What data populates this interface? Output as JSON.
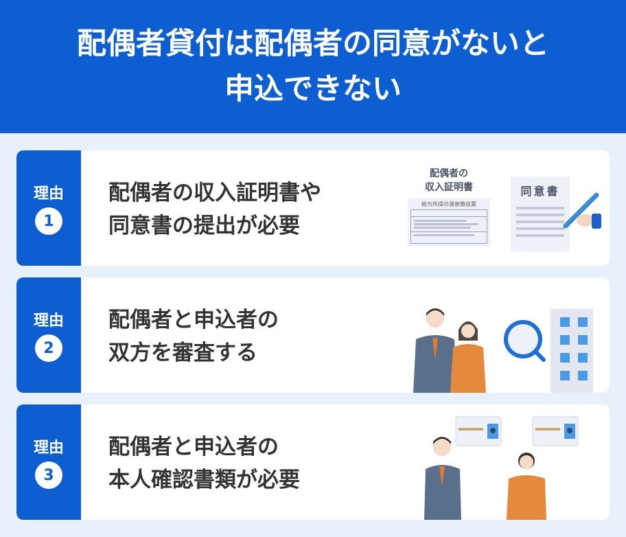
{
  "header": {
    "title_line1": "配偶者貸付は配偶者の同意がないと",
    "title_line2": "申込できない"
  },
  "reasons": [
    {
      "label": "理由",
      "number": "1",
      "line1": "配偶者の収入証明書や",
      "line2": "同意書の提出が必要",
      "illustration": {
        "income_doc_title_1": "配偶者の",
        "income_doc_title_2": "収入証明書",
        "income_doc_form_title": "給与所得の源泉徴収票",
        "consent_doc_title": "同意書"
      }
    },
    {
      "label": "理由",
      "number": "2",
      "line1": "配偶者と申込者の",
      "line2": "双方を審査する"
    },
    {
      "label": "理由",
      "number": "3",
      "line1": "配偶者と申込者の",
      "line2": "本人確認書類が必要"
    }
  ],
  "colors": {
    "brand_blue": "#0d5fd1",
    "background": "#e8f0fb",
    "text_dark": "#333333",
    "suit": "#5a6f8c",
    "orange": "#e58a3c"
  }
}
